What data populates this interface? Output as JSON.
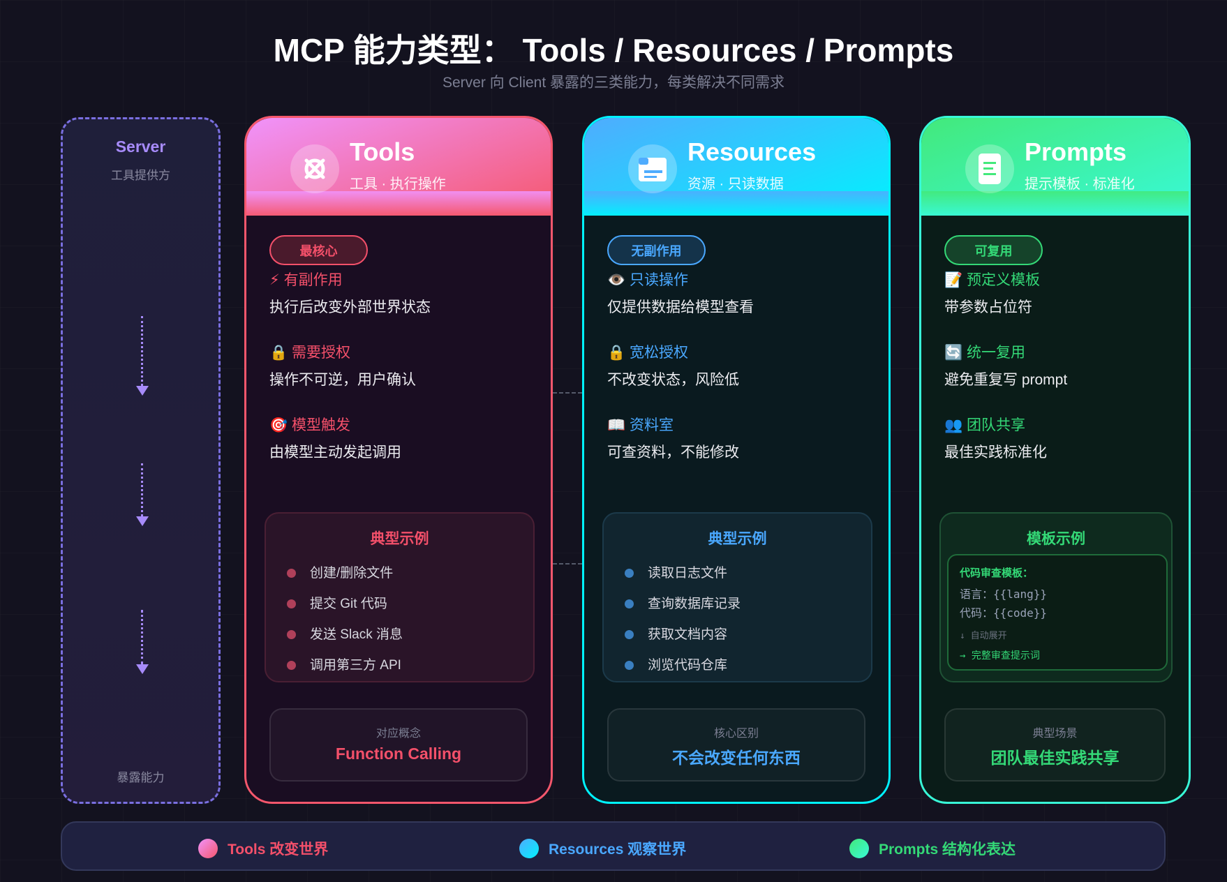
{
  "title": "MCP 能力类型： Tools / Resources / Prompts",
  "subtitle": "Server 向 Client 暴露的三类能力，每类解决不同需求",
  "server": {
    "title": "Server",
    "subtitle": "工具提供方",
    "bottom": "暴露能力"
  },
  "cards": [
    {
      "key": "tools",
      "icon": "wrench-cross-icon",
      "title": "Tools",
      "subtitle": "工具 · 执行操作",
      "badge": "最核心",
      "colors": {
        "g1": "#f093fb",
        "g2": "#f5576c",
        "accent": "#f4506a",
        "body": "#1a0d22",
        "badge_bg": "#4a1a2c",
        "ex_bg": "#2a1428",
        "ex_border": "#4a1f34",
        "dot": "#b0405a"
      },
      "features": [
        {
          "emoji": "⚡",
          "label": "有副作用",
          "desc": "执行后改变外部世界状态"
        },
        {
          "emoji": "🔒",
          "label": "需要授权",
          "desc": "操作不可逆，用户确认"
        },
        {
          "emoji": "🎯",
          "label": "模型触发",
          "desc": "由模型主动发起调用"
        }
      ],
      "examples_title": "典型示例",
      "examples": [
        "创建/删除文件",
        "提交 Git 代码",
        "发送 Slack 消息",
        "调用第三方 API"
      ],
      "bottom_label": "对应概念",
      "bottom_value": "Function Calling"
    },
    {
      "key": "resources",
      "icon": "document-card-icon",
      "title": "Resources",
      "subtitle": "资源 · 只读数据",
      "badge": "无副作用",
      "colors": {
        "g1": "#4facfe",
        "g2": "#00f2fe",
        "accent": "#4aa8ff",
        "body": "#0a1a1f",
        "badge_bg": "#14334a",
        "ex_bg": "#11252f",
        "ex_border": "#1c3a4a",
        "dot": "#3a7fc0"
      },
      "features": [
        {
          "emoji": "👁️",
          "label": "只读操作",
          "desc": "仅提供数据给模型查看"
        },
        {
          "emoji": "🔒",
          "label": "宽松授权",
          "desc": "不改变状态，风险低"
        },
        {
          "emoji": "📖",
          "label": "资料室",
          "desc": "可查资料，不能修改"
        }
      ],
      "examples_title": "典型示例",
      "examples": [
        "读取日志文件",
        "查询数据库记录",
        "获取文档内容",
        "浏览代码仓库"
      ],
      "bottom_label": "核心区别",
      "bottom_value": "不会改变任何东西"
    },
    {
      "key": "prompts",
      "icon": "note-icon",
      "title": "Prompts",
      "subtitle": "提示模板 · 标准化",
      "badge": "可复用",
      "colors": {
        "g1": "#43e97b",
        "g2": "#38f9d7",
        "accent": "#34d977",
        "body": "#0a1c18",
        "badge_bg": "#15432a",
        "ex_bg": "#0e2a1e",
        "ex_border": "#1f5235",
        "dot": "#34d977"
      },
      "features": [
        {
          "emoji": "📝",
          "label": "预定义模板",
          "desc": "带参数占位符"
        },
        {
          "emoji": "🔄",
          "label": "统一复用",
          "desc": "避免重复写 prompt"
        },
        {
          "emoji": "👥",
          "label": "团队共享",
          "desc": "最佳实践标准化"
        }
      ],
      "examples_title": "模板示例",
      "template": {
        "name": "代码审查模板：",
        "lines": [
          "语言：{{lang}}",
          "代码：{{code}}"
        ],
        "expand": "↓ 自动展开",
        "result": "→ 完整审查提示词"
      },
      "bottom_label": "典型场景",
      "bottom_value": "团队最佳实践共享"
    }
  ],
  "legend": [
    {
      "label": "Tools 改变世界",
      "color": "#f4506a",
      "g1": "#f093fb",
      "g2": "#f5576c"
    },
    {
      "label": "Resources 观察世界",
      "color": "#4aa8ff",
      "g1": "#4facfe",
      "g2": "#00f2fe"
    },
    {
      "label": "Prompts 结构化表达",
      "color": "#34d977",
      "g1": "#43e97b",
      "g2": "#38f9d7"
    }
  ]
}
